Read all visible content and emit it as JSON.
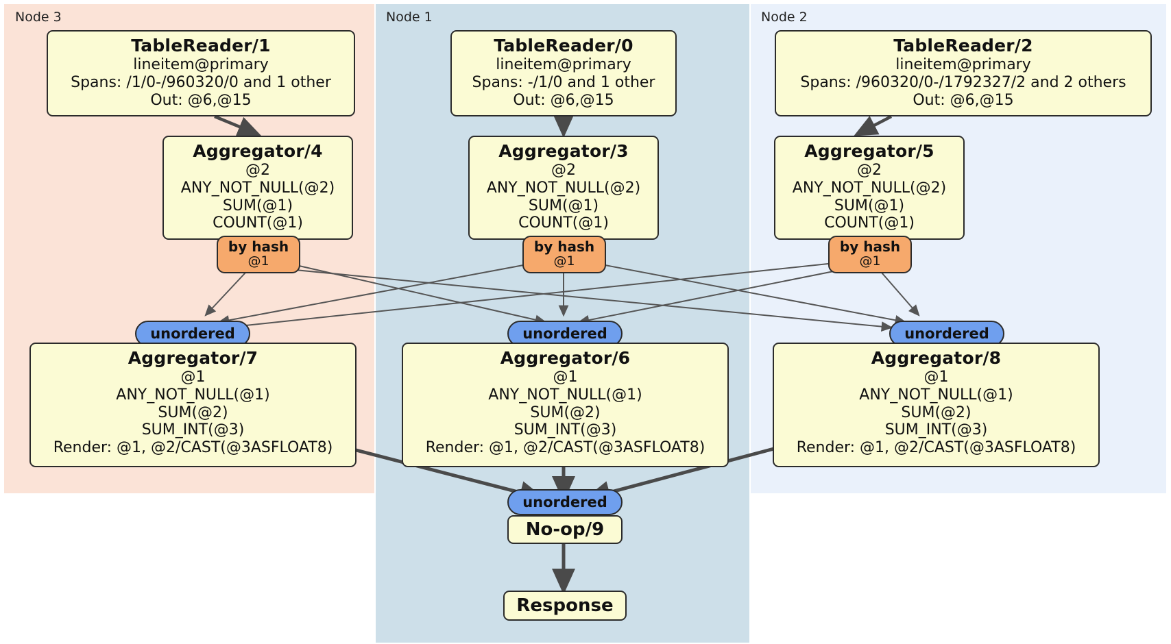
{
  "diagram": {
    "kind": "distributed-query-plan",
    "colors": {
      "node3_bg": "#fbe3d7",
      "node1_bg": "#cddfe9",
      "node2_bg": "#eaf1fb",
      "processor_bg": "#fbfbd4",
      "processor_border": "#2b2b2b",
      "hash_badge_bg": "#f6a96c",
      "unordered_badge_bg": "#6f9fee",
      "edge_color": "#555555",
      "thick_edge_color": "#4a4a4a"
    }
  },
  "nodes": [
    {
      "id": "node3",
      "label": "Node 3"
    },
    {
      "id": "node1",
      "label": "Node 1"
    },
    {
      "id": "node2",
      "label": "Node 2"
    }
  ],
  "processors": {
    "table_reader_1": {
      "title": "TableReader/1",
      "lines": [
        "lineitem@primary",
        "Spans: /1/0-/960320/0 and 1 other",
        "Out: @6,@15"
      ]
    },
    "table_reader_0": {
      "title": "TableReader/0",
      "lines": [
        "lineitem@primary",
        "Spans: -/1/0 and 1 other",
        "Out: @6,@15"
      ]
    },
    "table_reader_2": {
      "title": "TableReader/2",
      "lines": [
        "lineitem@primary",
        "Spans: /960320/0-/1792327/2 and 2 others",
        "Out: @6,@15"
      ]
    },
    "aggregator_4": {
      "title": "Aggregator/4",
      "lines": [
        "@2",
        "ANY_NOT_NULL(@2)",
        "SUM(@1)",
        "COUNT(@1)"
      ]
    },
    "aggregator_3": {
      "title": "Aggregator/3",
      "lines": [
        "@2",
        "ANY_NOT_NULL(@2)",
        "SUM(@1)",
        "COUNT(@1)"
      ]
    },
    "aggregator_5": {
      "title": "Aggregator/5",
      "lines": [
        "@2",
        "ANY_NOT_NULL(@2)",
        "SUM(@1)",
        "COUNT(@1)"
      ]
    },
    "aggregator_7": {
      "title": "Aggregator/7",
      "lines": [
        "@1",
        "ANY_NOT_NULL(@1)",
        "SUM(@2)",
        "SUM_INT(@3)",
        "Render: @1, @2/CAST(@3ASFLOAT8)"
      ]
    },
    "aggregator_6": {
      "title": "Aggregator/6",
      "lines": [
        "@1",
        "ANY_NOT_NULL(@1)",
        "SUM(@2)",
        "SUM_INT(@3)",
        "Render: @1, @2/CAST(@3ASFLOAT8)"
      ]
    },
    "aggregator_8": {
      "title": "Aggregator/8",
      "lines": [
        "@1",
        "ANY_NOT_NULL(@1)",
        "SUM(@2)",
        "SUM_INT(@3)",
        "Render: @1, @2/CAST(@3ASFLOAT8)"
      ]
    },
    "noop_9": {
      "title": "No-op/9"
    },
    "response": {
      "title": "Response"
    }
  },
  "badges": {
    "hash_left": {
      "label": "by hash",
      "column": "@1"
    },
    "hash_mid": {
      "label": "by hash",
      "column": "@1"
    },
    "hash_right": {
      "label": "by hash",
      "column": "@1"
    },
    "unordered_left": {
      "label": "unordered"
    },
    "unordered_mid": {
      "label": "unordered"
    },
    "unordered_right": {
      "label": "unordered"
    },
    "unordered_final": {
      "label": "unordered"
    }
  }
}
